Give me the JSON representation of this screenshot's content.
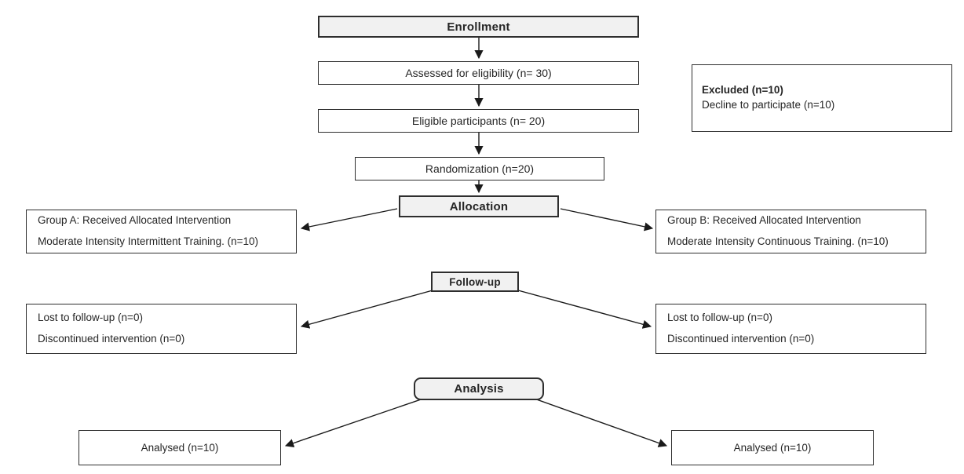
{
  "colors": {
    "header_fill": "#f1f1f1",
    "box_border": "#2e2e2e",
    "arrow": "#1a1a1a",
    "text": "#262626"
  },
  "stages": {
    "enrollment": {
      "label": "Enrollment"
    },
    "assessed": {
      "text": "Assessed for eligibility (n= 30)"
    },
    "excluded": {
      "title": "Excluded (n=10)",
      "reason": "Decline to participate (n=10)"
    },
    "eligible": {
      "text": "Eligible participants (n= 20)"
    },
    "randomization": {
      "text": "Randomization (n=20)"
    },
    "allocation": {
      "label": "Allocation",
      "group_a": {
        "line1": "Group A: Received Allocated Intervention",
        "line2": "Moderate Intensity Intermittent Training. (n=10)"
      },
      "group_b": {
        "line1": "Group B: Received Allocated Intervention",
        "line2": "Moderate Intensity Continuous Training. (n=10)"
      }
    },
    "followup": {
      "label": "Follow-up",
      "group_a": {
        "line1": "Lost to follow-up (n=0)",
        "line2": "Discontinued intervention (n=0)"
      },
      "group_b": {
        "line1": "Lost to follow-up (n=0)",
        "line2": "Discontinued intervention (n=0)"
      }
    },
    "analysis": {
      "label": "Analysis",
      "group_a": {
        "text": "Analysed (n=10)"
      },
      "group_b": {
        "text": "Analysed (n=10)"
      }
    }
  }
}
